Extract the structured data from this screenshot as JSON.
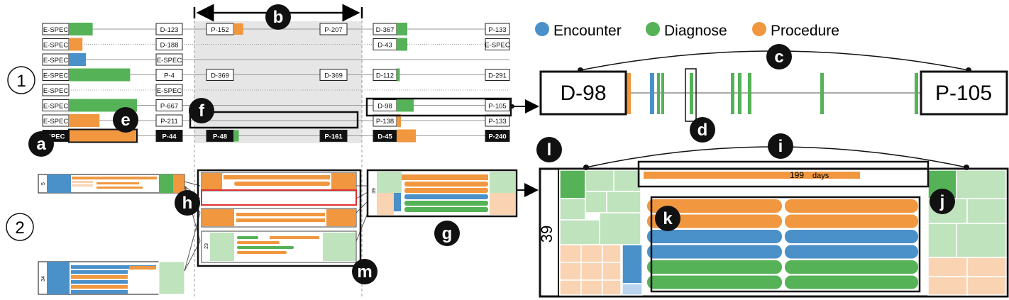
{
  "legend": [
    {
      "label": "Encounter",
      "color": "#4a90c9"
    },
    {
      "label": "Diagnose",
      "color": "#55b257"
    },
    {
      "label": "Procedure",
      "color": "#f0973f"
    }
  ],
  "colors": {
    "encounter": "#4a90c9",
    "diagnose": "#55b257",
    "procedure": "#f0973f",
    "diagnose_light": "#bfe3bd",
    "procedure_light": "#f9d3b2",
    "interval": "#e2e2e2",
    "highlight": "#e03030"
  },
  "markers": {
    "one": "1",
    "two": "2",
    "a": "a",
    "b": "b",
    "c": "c",
    "d": "d",
    "e": "e",
    "f": "f",
    "g": "g",
    "h": "h",
    "i": "i",
    "j": "j",
    "k": "k",
    "l": "l",
    "m": "m"
  },
  "sequence_rows": [
    {
      "start": "E-SPEC",
      "start_fill": 0.35,
      "start_type": "diagnose",
      "mid1": "D-123",
      "a": "P-152",
      "a_fill": 0.55,
      "a_type": "procedure",
      "b": "P-207",
      "c": "D-367",
      "c_fill": 0.5,
      "c_type": "diagnose",
      "d": "P-133"
    },
    {
      "start": "E-SPEC",
      "start_fill": 0.2,
      "start_type": "procedure",
      "mid1": "D-188",
      "a": "",
      "a_fill": 0,
      "a_type": "",
      "b": "",
      "c": "D-43",
      "c_fill": 0.5,
      "c_type": "diagnose",
      "d": "E-SPEC"
    },
    {
      "start": "E-SPEC",
      "start_fill": 0.25,
      "start_type": "encounter",
      "mid1": "E-SPEC",
      "a": "",
      "a_fill": 0,
      "a_type": "",
      "b": "",
      "c": "",
      "c_fill": 0,
      "c_type": "",
      "d": ""
    },
    {
      "start": "E-SPEC",
      "start_fill": 0.9,
      "start_type": "diagnose",
      "mid1": "P-4",
      "a": "D-369",
      "a_fill": 0,
      "a_type": "",
      "b": "D-369",
      "c": "D-112",
      "c_fill": 0.15,
      "c_type": "diagnose",
      "d": "D-291"
    },
    {
      "start": "E-SPEC",
      "start_fill": 0,
      "start_type": "",
      "mid1": "E-SPEC",
      "a": "",
      "a_fill": 0,
      "a_type": "",
      "b": "",
      "c": "",
      "c_fill": 0,
      "c_type": "",
      "d": ""
    },
    {
      "start": "E-SPEC",
      "start_fill": 1.0,
      "start_type": "diagnose",
      "mid1": "P-667",
      "a": "",
      "a_fill": 0,
      "a_type": "",
      "b": "",
      "c": "D-98",
      "c_fill": 0.8,
      "c_type": "diagnose",
      "d": "P-105"
    },
    {
      "start": "E-SPEC",
      "start_fill": 0.45,
      "start_type": "procedure",
      "mid1": "P-211",
      "a": "",
      "a_fill": 0,
      "a_type": "",
      "b": "",
      "c": "P-138",
      "c_fill": 0.2,
      "c_type": "procedure",
      "d": "P-133"
    },
    {
      "start": "SPEC",
      "start_fill": 1.0,
      "start_type": "procedure",
      "mid1": "P-44",
      "a": "P-48",
      "a_fill": 0.3,
      "a_type": "diagnose",
      "b": "P-161",
      "c": "D-45",
      "c_fill": 0.9,
      "c_type": "procedure",
      "d": "P-240",
      "bold": true
    }
  ],
  "detail": {
    "left": "D-98",
    "right": "P-105"
  },
  "clusters": {
    "top_count": "5",
    "bottom_count": "34",
    "g_count": "39",
    "m_count": "23"
  },
  "zoom": {
    "count": "39",
    "duration": "199",
    "unit": "days"
  }
}
